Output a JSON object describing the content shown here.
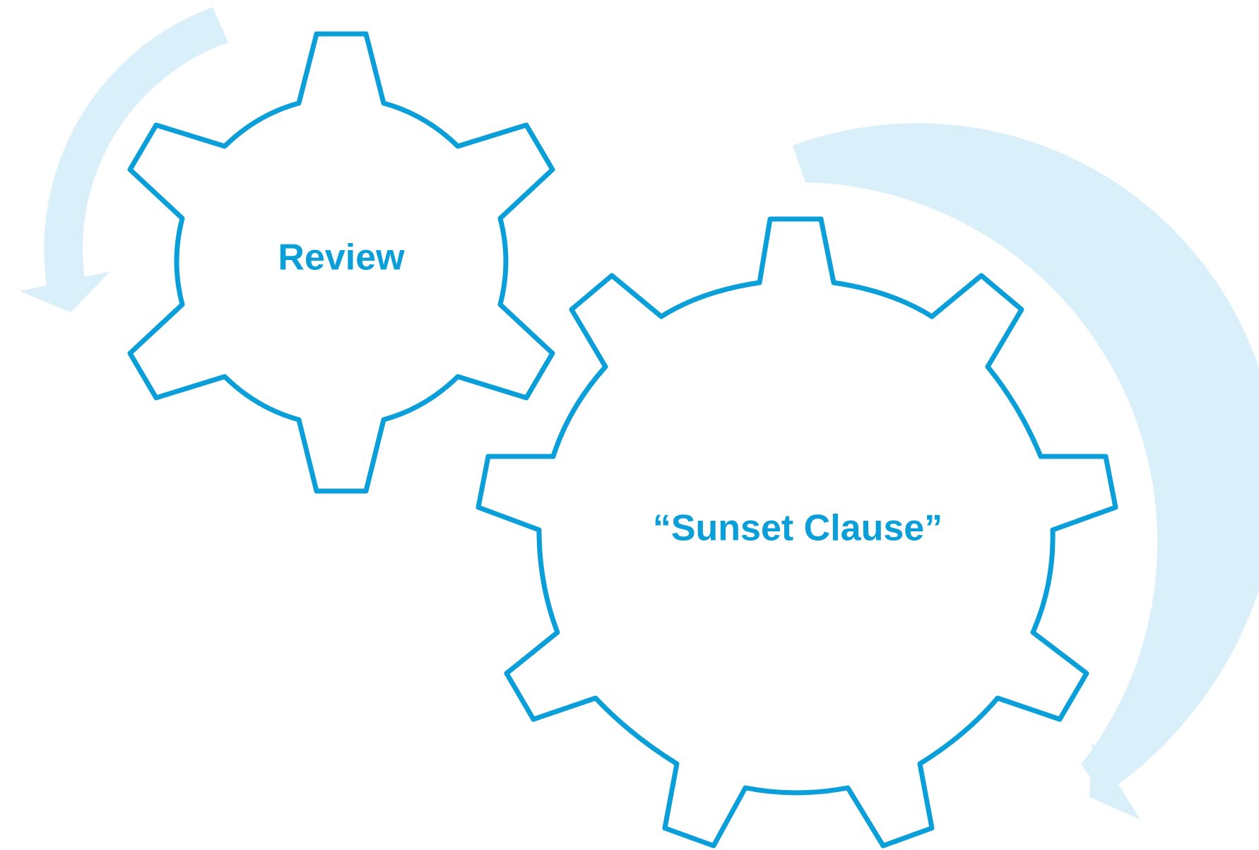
{
  "colors": {
    "gear_stroke": "#0a9fd8",
    "gear_fill": "#ffffff",
    "label": "#0a9fd8",
    "cycle_arrow": "#d9eff9",
    "background": "#ffffff"
  },
  "gears": [
    {
      "label": "Review"
    },
    {
      "label": "“Sunset Clause”"
    }
  ],
  "cycle_arrows": [
    {
      "direction": "counter-clockwise"
    },
    {
      "direction": "clockwise"
    }
  ]
}
